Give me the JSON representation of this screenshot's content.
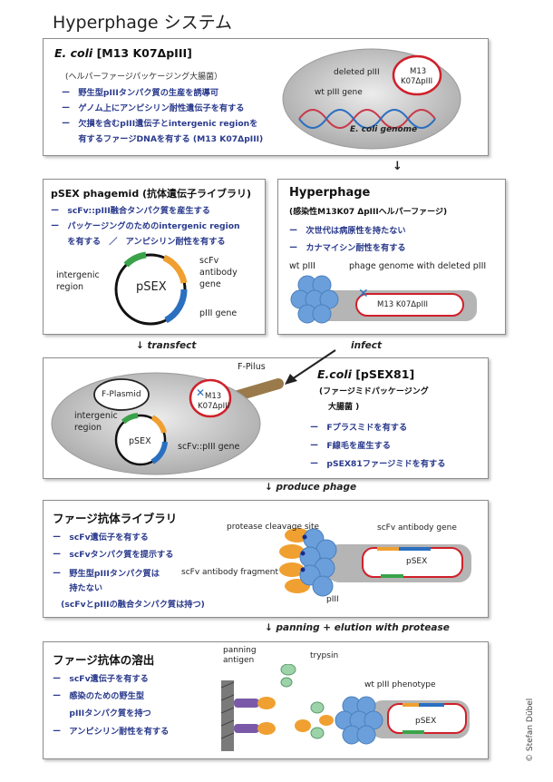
{
  "title": "Hyperphage システム",
  "box1": {
    "heading_italic": "E. coli",
    "heading_rest": " [M13 K07ΔpIII]",
    "subtitle": "(ヘルパーファージパッケージング大腸菌）",
    "bullets": [
      "ー　野生型pIIIタンパク質の生産を誘導可",
      "ー　ゲノム上にアンピシリン耐性遺伝子を有する",
      "ー　欠損を含むpIII遺伝子とintergenic regionを",
      "　　有するファージDNAを有する (M13 K07ΔpIII)"
    ],
    "labels": {
      "deleted": "deleted pIII",
      "wt": "wt pIII gene",
      "plasmid_l1": "M13",
      "plasmid_l2": "K07ΔpIII",
      "genome": "E. coli genome"
    }
  },
  "box2": {
    "heading": "pSEX phagemid (抗体遺伝子ライブラリ)",
    "bullets": [
      "ー　scFv::pIII融合タンパク質を産生する",
      "ー　パッケージングのためのintergenic region",
      "　　を有する　／　アンピシリン耐性を有する"
    ],
    "labels": {
      "center": "pSEX",
      "intergenic_1": "intergenic",
      "intergenic_2": "region",
      "scfv_1": "scFv",
      "scfv_2": "antibody",
      "scfv_3": "gene",
      "piii": "pIII gene"
    }
  },
  "box3": {
    "heading": "Hyperphage",
    "subtitle": "(感染性M13K07 ΔpIIIヘルパーファージ)",
    "bullets": [
      "ー　次世代は病原性を持たない",
      "ー　カナマイシン耐性を有する"
    ],
    "labels": {
      "wt": "wt pIII",
      "genome": "phage genome with deleted pIII",
      "plasmid": "M13 K07ΔpIII"
    }
  },
  "flow": {
    "transfect": "transfect",
    "infect": "infect",
    "produce": "produce phage",
    "panning": "panning + elution with protease",
    "arrow": "↓"
  },
  "box4": {
    "heading_italic": "E.coli",
    "heading_rest": " [pSEX81]",
    "sub1": "(ファージミドパッケージング",
    "sub2": "大腸菌 )",
    "bullets": [
      "ー　Fプラスミドを有する",
      "ー　F線毛を産生する",
      "ー　pSEX81ファージミドを有する"
    ],
    "labels": {
      "fpilus": "F-Pilus",
      "fplasmid": "F-Plasmid",
      "m13_1": "M13",
      "m13_2": "K07ΔpIII",
      "intergenic_1": "intergenic",
      "intergenic_2": "region",
      "psex": "pSEX",
      "fusion": "scFv::pIII gene"
    }
  },
  "box5": {
    "heading": "ファージ抗体ライブラリ",
    "bullets": [
      "ー　scFv遺伝子を有する",
      "ー　scFvタンパク質を提示する",
      "ー　野生型pIIIタンパク質は",
      "　　持たない",
      "　(scFvとpIIIの融合タンパク質は持つ)"
    ],
    "labels": {
      "protease": "protease cleavage site",
      "fragment": "scFv antibody fragment",
      "piii": "pIII",
      "gene": "scFv antibody gene",
      "psex": "pSEX"
    }
  },
  "box6": {
    "heading": "ファージ抗体の溶出",
    "bullets": [
      "ー　scFv遺伝子を有する",
      "ー　感染のための野生型",
      "　　pIIIタンパク質を持つ",
      "ー　アンピシリン耐性を有する"
    ],
    "labels": {
      "panning_1": "panning",
      "panning_2": "antigen",
      "trypsin": "trypsin",
      "wt": "wt pIII phenotype",
      "psex": "pSEX"
    }
  },
  "credit": "© Stefan Dübel",
  "colors": {
    "bullet": "#2a3a8c",
    "plasmid_red": "#d0202a",
    "ecoli_gray": "#b8b8b8",
    "phage_blue": "#6a9fdc",
    "scfv_orange": "#f0a030",
    "green": "#3aa34a",
    "blue_seg": "#2a6fc0"
  }
}
